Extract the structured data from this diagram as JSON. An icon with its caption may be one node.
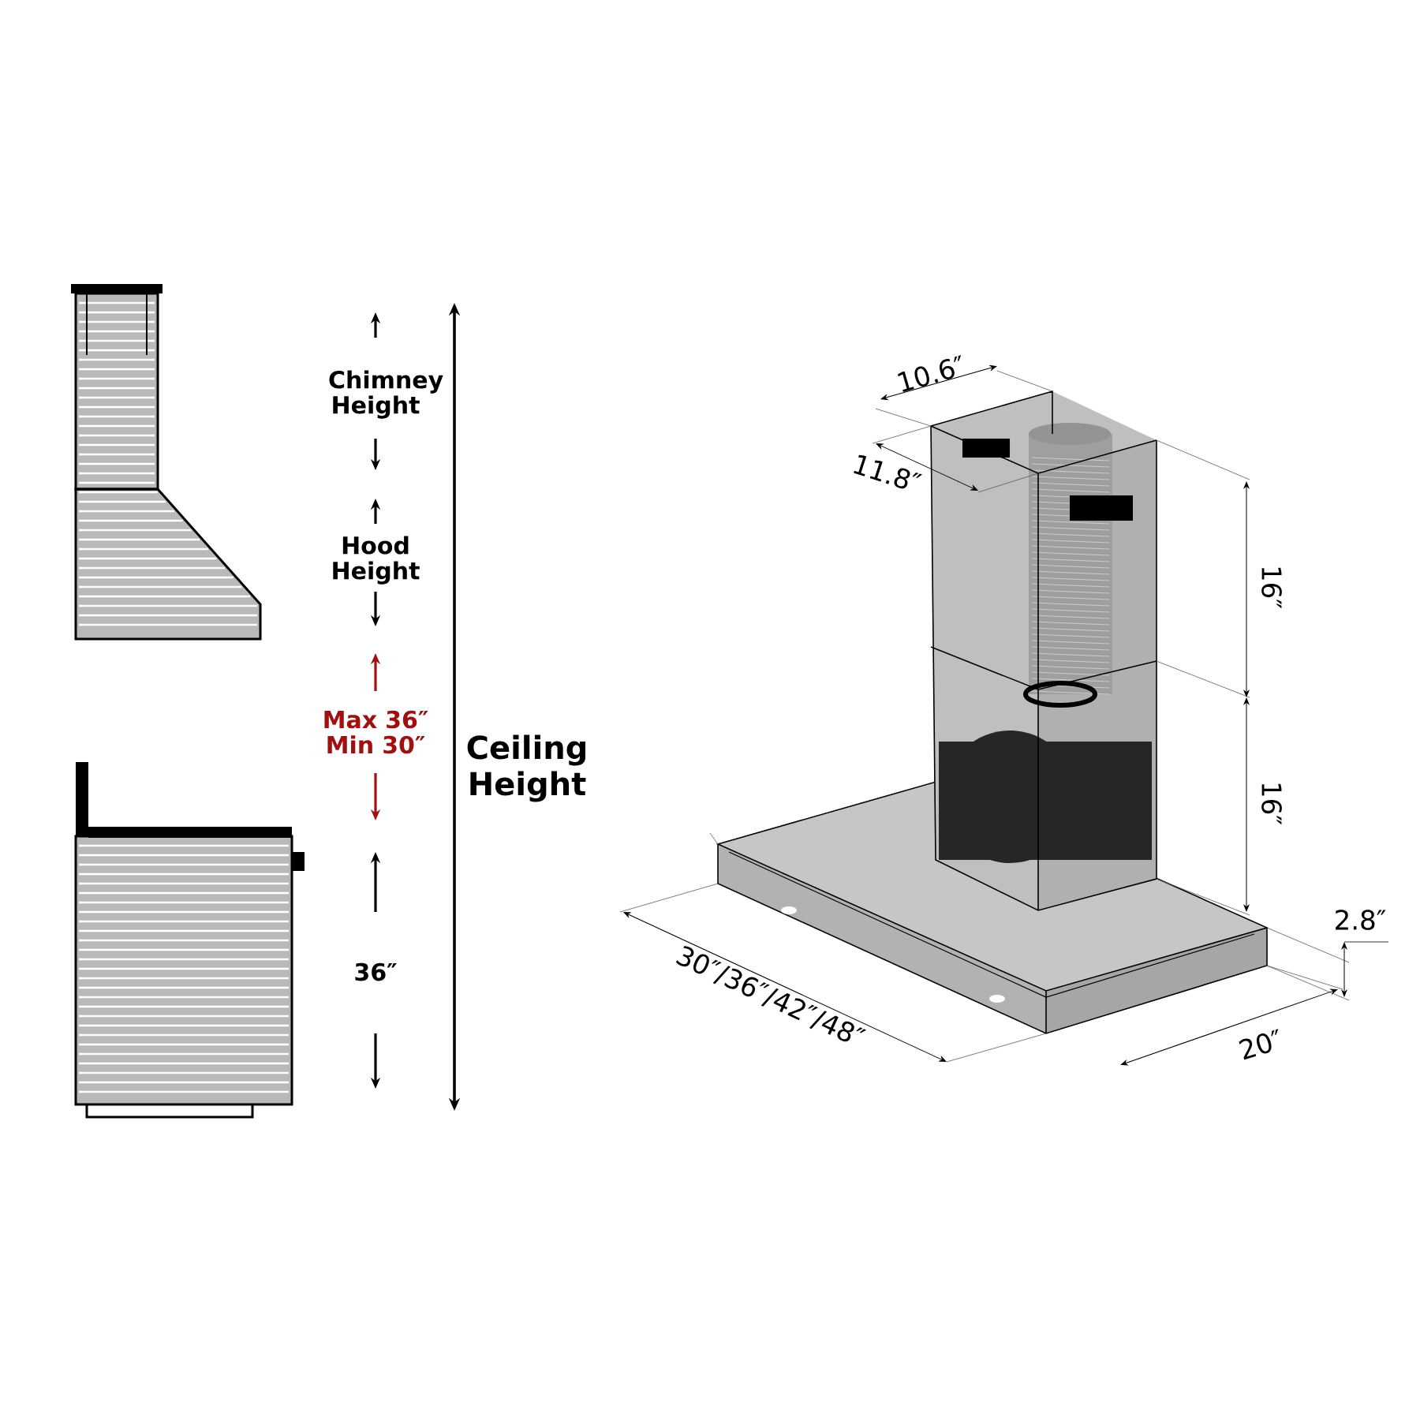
{
  "diagram": {
    "labels": [
      "Chimney Height",
      "Hood Height",
      "Max 36″ Min 30″",
      "Ceiling Height",
      "36″",
      "10.6″",
      "11.8″",
      "16″",
      "16″",
      "2.8″",
      "30″/36″/42″/48″",
      "20″"
    ]
  }
}
